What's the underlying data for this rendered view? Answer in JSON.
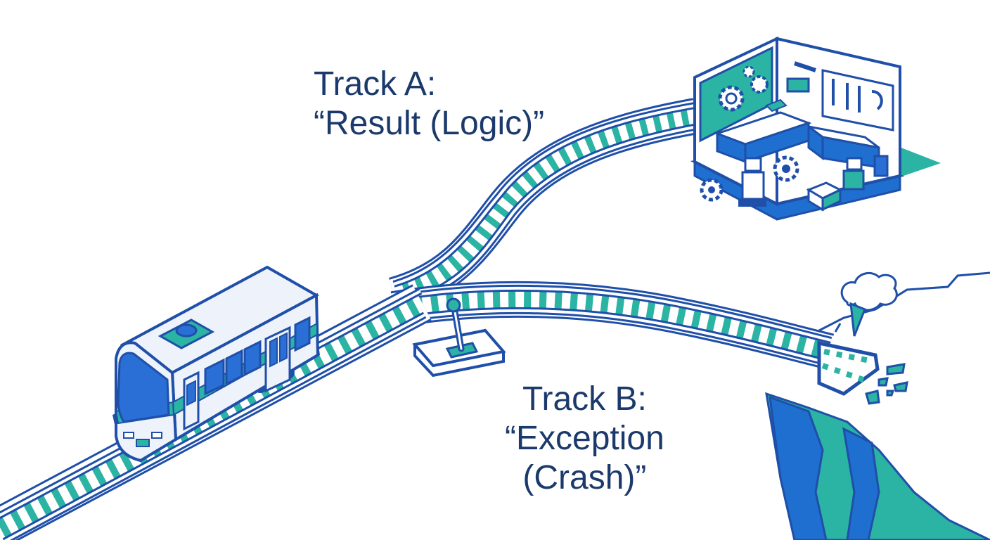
{
  "track_a": {
    "line1": "Track A:",
    "line2": "“Result (Logic)”"
  },
  "track_b": {
    "line1": "Track B:",
    "line2": "“Exception",
    "line3": "(Crash)”"
  },
  "colors": {
    "outline": "#1f4fa8",
    "rail_fill": "#ffffff",
    "tie": "#2bb3a3",
    "text": "#1b3a6b",
    "cliff_blue": "#1f6fd0",
    "cliff_teal": "#2bb3a3",
    "train_body": "#eef3fb",
    "train_window": "#2a6fd6"
  },
  "icons": {
    "train": "train-icon",
    "switch_lever": "lever-icon",
    "workshop": "workshop-icon",
    "gear": "gear-icon",
    "robot": "robot-icon",
    "cliff": "cliff-icon",
    "dust_cloud": "cloud-icon"
  }
}
